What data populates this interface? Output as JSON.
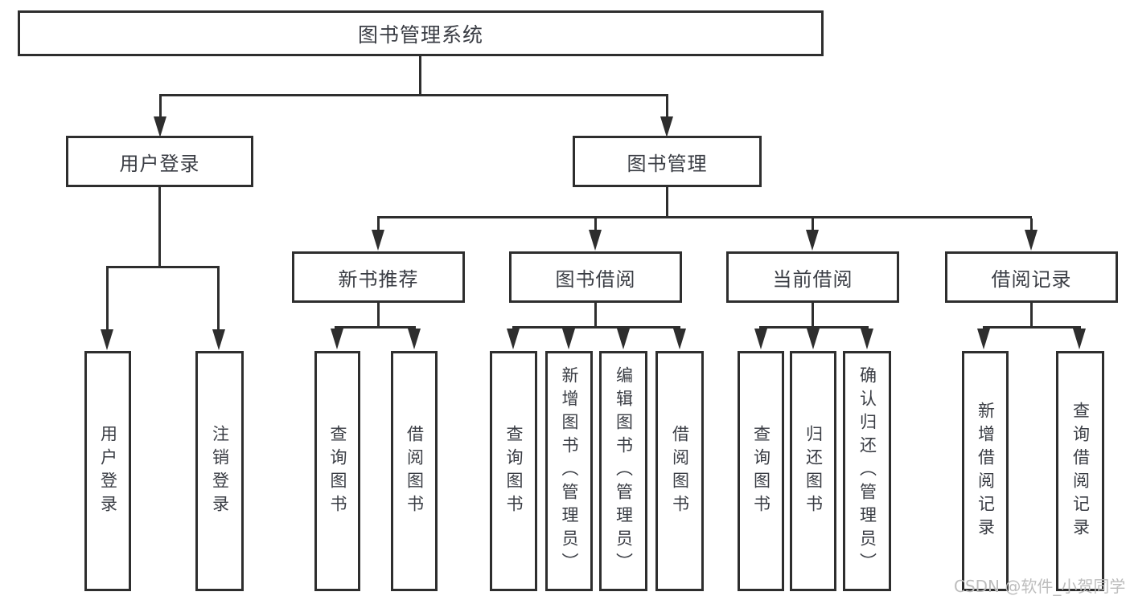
{
  "tree": {
    "label": "图书管理系统",
    "children": [
      {
        "label": "用户登录",
        "children": [
          {
            "label": "用户登录"
          },
          {
            "label": "注销登录"
          }
        ]
      },
      {
        "label": "图书管理",
        "children": [
          {
            "label": "新书推荐",
            "children": [
              {
                "label": "查询图书"
              },
              {
                "label": "借阅图书"
              }
            ]
          },
          {
            "label": "图书借阅",
            "children": [
              {
                "label": "查询图书"
              },
              {
                "label": "新增图书（管理员）"
              },
              {
                "label": "编辑图书（管理员）"
              },
              {
                "label": "借阅图书"
              }
            ]
          },
          {
            "label": "当前借阅",
            "children": [
              {
                "label": "查询图书"
              },
              {
                "label": "归还图书"
              },
              {
                "label": "确认归还（管理员）"
              }
            ]
          },
          {
            "label": "借阅记录",
            "children": [
              {
                "label": "新增借阅记录"
              },
              {
                "label": "查询借阅记录"
              }
            ]
          }
        ]
      }
    ]
  },
  "watermark": {
    "text": "CSDN @软件_小贺同学"
  },
  "colors": {
    "line": "#2e2e2e",
    "text": "#3a3d44",
    "box_background": "#ffffff",
    "watermark": "#bdbdbd",
    "page_background": "#ffffff"
  }
}
